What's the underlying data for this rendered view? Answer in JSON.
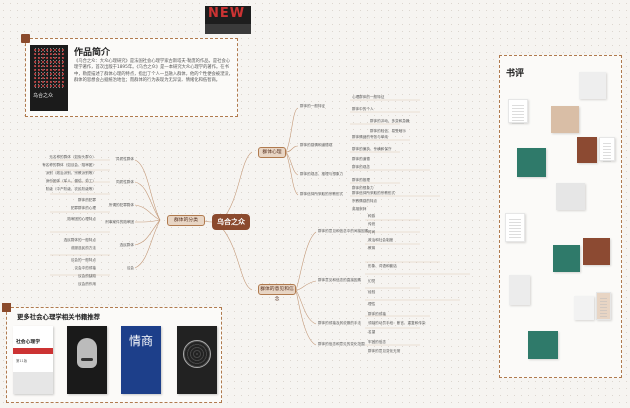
{
  "banner": {
    "text": "NEW"
  },
  "intro": {
    "title": "作品简介",
    "book_title": "乌合之众",
    "text": "《乌合之众：大众心理研究》是法国社会心理学家古斯塔夫·勒庞的作品，是社会心理学著作，首次出版于1895年。《乌合之众》是一本研究大众心理学的著作。在书中，勒庞描述了群体心理的特点，指出了个人一旦融入群体，他的个性便会被湮没，群体的思想会占据统治地位；而群体的行为表现为无异议、情绪化和低智商。"
  },
  "mindmap": {
    "root": "乌合之众",
    "branches": {
      "top": "群体心理",
      "left": "群体的分类",
      "bottom": "群体的意见和信念"
    },
    "top_groups": [
      "群体的一般特征",
      "群体的感情和道德观",
      "群体的观念、推理与想象力",
      "群体信仰所采取的宗教形式"
    ],
    "top_leaves": [
      "心理群体的一般特征",
      "群体中的个人",
      "群体的冲动、多变和急躁",
      "群体的轻信、易受暗示",
      "群体情绪的夸张与单纯",
      "群体的偏执、专横和保守",
      "群体的道德",
      "群体的观念",
      "群体的推理",
      "群体的想象力",
      "群体信仰所采取的宗教形式",
      "宗教情感的特点",
      "英雄崇拜"
    ],
    "left_groups": [
      "异质性群体",
      "同质性群体",
      "所谓的犯罪群体",
      "刑事案件的陪审团",
      "选民群体",
      "议会"
    ],
    "left_leaves": [
      "无名称的群体（如街头群众）",
      "有名称的群体（如议会、陪审团）",
      "派别（政治派别、宗教派别等）",
      "身份团体（军人、僧侣、劳工）",
      "阶级（中产阶级、农民阶级等）",
      "群体的犯罪",
      "犯罪群体的心理",
      "陪审团的心理特点",
      "选民群体的一般特点",
      "说服选民的方法",
      "议会的一般特点",
      "议会中的领袖",
      "议会的缺陷",
      "议会的作用"
    ],
    "bottom_groups": [
      "群体的意见和信念中的间接因素",
      "群体意见和信念的直接因素",
      "群体的领袖及其说服的手法",
      "群体的信念和意见的变化范围"
    ],
    "bottom_leaves": [
      "种族",
      "传统",
      "时间",
      "政治和社会制度",
      "教育",
      "形象、词语和套话",
      "幻觉",
      "经验",
      "理性",
      "群体的领袖",
      "领袖的动员手段：断言、重复和传染",
      "名望",
      "牢固的信念",
      "群体的意见变化无常"
    ]
  },
  "more_books": {
    "title": "更多社会心理学相关书籍推荐",
    "books": [
      {
        "title": "社会心理学",
        "subtitle": "第11版"
      },
      {
        "title": ""
      },
      {
        "title": "情商"
      },
      {
        "title": ""
      }
    ]
  },
  "review": {
    "title": "书评"
  },
  "colors": {
    "accent": "#8b4a2e",
    "border": "#b07a4e",
    "teal": "#2f7a6a",
    "brown": "#8c4a32"
  }
}
